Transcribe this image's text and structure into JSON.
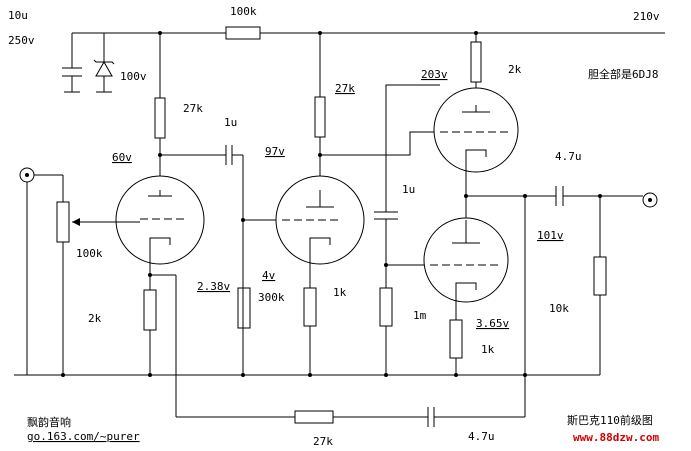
{
  "labels": {
    "cap_10u": "10u",
    "cap_250v": "250v",
    "r_100k_top": "100k",
    "v_210": "210v",
    "zener_100v": "100v",
    "r_27k_1": "27k",
    "c_1u_1": "1u",
    "v_60": "60v",
    "pot_100k": "100k",
    "r_2k_1": "2k",
    "v_2_38": "2.38v",
    "r_27k_2": "27k",
    "v_97": "97v",
    "v_4": "4v",
    "r_300k": "300k",
    "r_1k_2": "1k",
    "c_1u_2": "1u",
    "r_1m": "1m",
    "v_203": "203v",
    "r_2k_top": "2k",
    "note_6dj8": "胆全部是6DJ8",
    "c_4_7u_out": "4.7u",
    "v_101": "101v",
    "r_10k": "10k",
    "v_3_65": "3.65v",
    "r_1k_3": "1k",
    "r_27k_fb": "27k",
    "c_4_7u_fb": "4.7u",
    "author": "飘韵音响",
    "url": "go.163.com/~purer",
    "title": "斯巴克110前级图",
    "watermark": "www.88dzw.com"
  },
  "colors": {
    "watermark": "#d40000",
    "wire": "#000000"
  }
}
